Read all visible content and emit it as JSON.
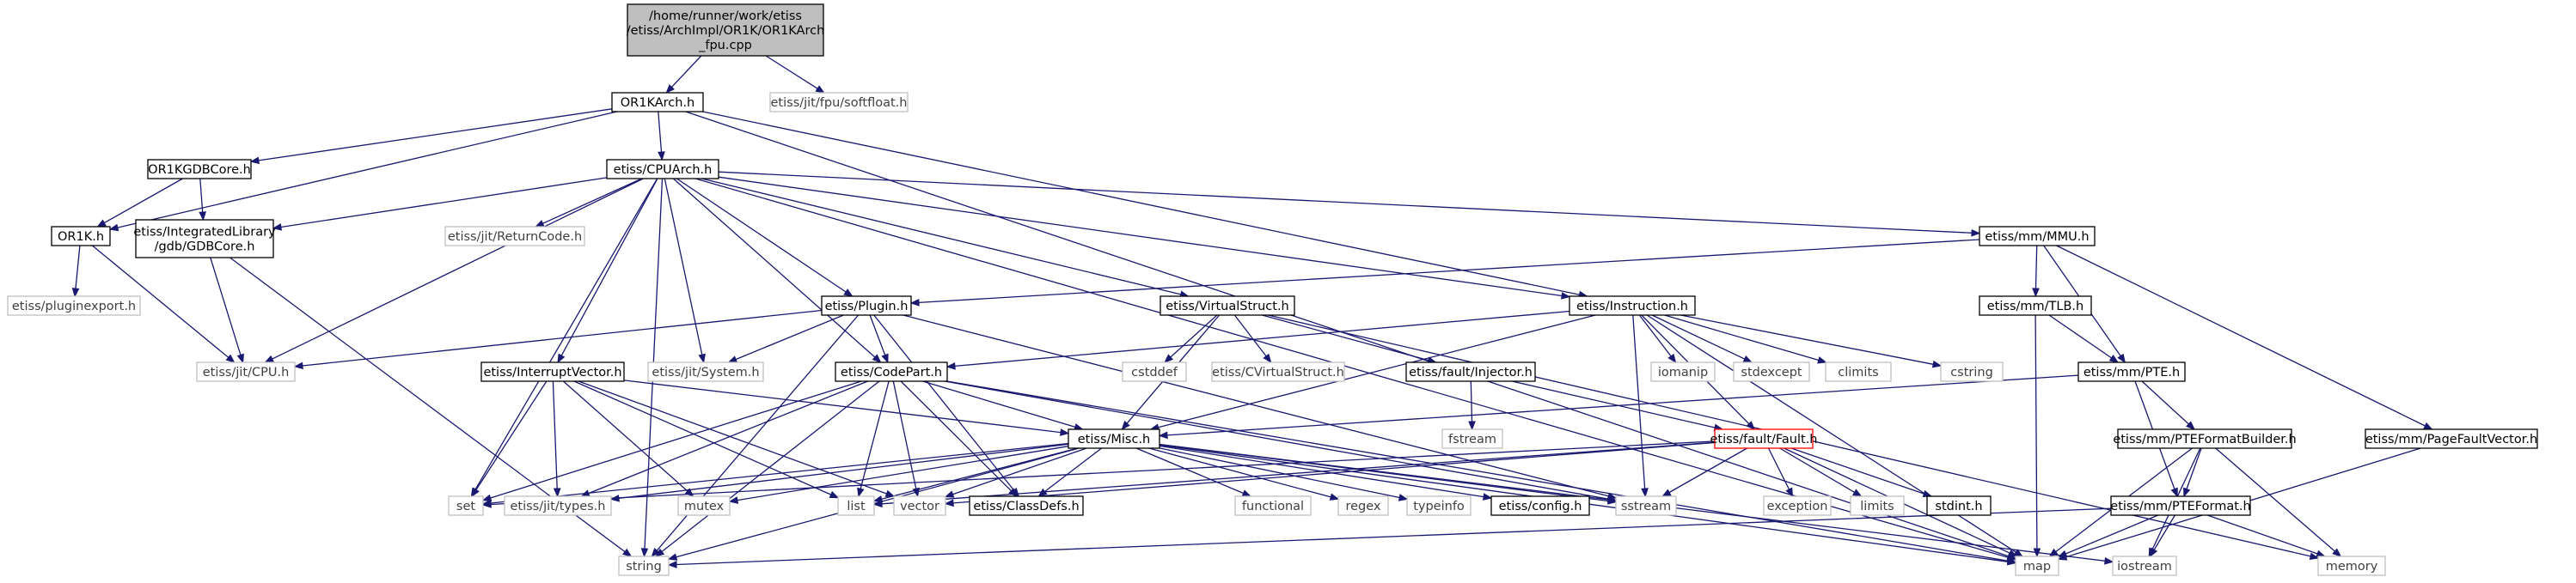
{
  "colors": {
    "edge": "#191970",
    "doc_border": "#000000",
    "ext_border": "#bfbfbf",
    "ext_text": "#404040",
    "doc_text": "#000000",
    "root_fill": "#bfbfbf",
    "missing_border": "#ff0000"
  },
  "nodes": [
    {
      "id": "root",
      "lines": [
        "/home/runner/work/etiss",
        "/etiss/ArchImpl/OR1K/OR1KArch",
        "_fpu.cpp"
      ],
      "kind": "root"
    },
    {
      "id": "or1karch",
      "lines": [
        "OR1KArch.h"
      ],
      "kind": "doc"
    },
    {
      "id": "softfloat",
      "lines": [
        "etiss/jit/fpu/softfloat.h"
      ],
      "kind": "ext"
    },
    {
      "id": "or1kgdbcore",
      "lines": [
        "OR1KGDBCore.h"
      ],
      "kind": "doc"
    },
    {
      "id": "cpuarch",
      "lines": [
        "etiss/CPUArch.h"
      ],
      "kind": "doc"
    },
    {
      "id": "or1k",
      "lines": [
        "OR1K.h"
      ],
      "kind": "doc"
    },
    {
      "id": "gdbcore",
      "lines": [
        "etiss/IntegratedLibrary",
        "/gdb/GDBCore.h"
      ],
      "kind": "doc"
    },
    {
      "id": "returncode",
      "lines": [
        "etiss/jit/ReturnCode.h"
      ],
      "kind": "ext"
    },
    {
      "id": "mmu",
      "lines": [
        "etiss/mm/MMU.h"
      ],
      "kind": "doc"
    },
    {
      "id": "pluginexport",
      "lines": [
        "etiss/pluginexport.h"
      ],
      "kind": "ext"
    },
    {
      "id": "plugin",
      "lines": [
        "etiss/Plugin.h"
      ],
      "kind": "doc"
    },
    {
      "id": "virtualstruct",
      "lines": [
        "etiss/VirtualStruct.h"
      ],
      "kind": "doc"
    },
    {
      "id": "instruction",
      "lines": [
        "etiss/Instruction.h"
      ],
      "kind": "doc"
    },
    {
      "id": "tlb",
      "lines": [
        "etiss/mm/TLB.h"
      ],
      "kind": "doc"
    },
    {
      "id": "jitcpu",
      "lines": [
        "etiss/jit/CPU.h"
      ],
      "kind": "ext"
    },
    {
      "id": "interruptvector",
      "lines": [
        "etiss/InterruptVector.h"
      ],
      "kind": "doc"
    },
    {
      "id": "jitsystem",
      "lines": [
        "etiss/jit/System.h"
      ],
      "kind": "ext"
    },
    {
      "id": "codepart",
      "lines": [
        "etiss/CodePart.h"
      ],
      "kind": "doc"
    },
    {
      "id": "cstddef",
      "lines": [
        "cstddef"
      ],
      "kind": "ext"
    },
    {
      "id": "cvirtualstruct",
      "lines": [
        "etiss/CVirtualStruct.h"
      ],
      "kind": "ext"
    },
    {
      "id": "injector",
      "lines": [
        "etiss/fault/Injector.h"
      ],
      "kind": "doc"
    },
    {
      "id": "iomanip",
      "lines": [
        "iomanip"
      ],
      "kind": "ext"
    },
    {
      "id": "stdexcept",
      "lines": [
        "stdexcept"
      ],
      "kind": "ext"
    },
    {
      "id": "climits",
      "lines": [
        "climits"
      ],
      "kind": "ext"
    },
    {
      "id": "cstring",
      "lines": [
        "cstring"
      ],
      "kind": "ext"
    },
    {
      "id": "pte",
      "lines": [
        "etiss/mm/PTE.h"
      ],
      "kind": "doc"
    },
    {
      "id": "fstream",
      "lines": [
        "fstream"
      ],
      "kind": "ext"
    },
    {
      "id": "misc",
      "lines": [
        "etiss/Misc.h"
      ],
      "kind": "doc"
    },
    {
      "id": "fault",
      "lines": [
        "etiss/fault/Fault.h"
      ],
      "kind": "missing"
    },
    {
      "id": "ptebuilder",
      "lines": [
        "etiss/mm/PTEFormatBuilder.h"
      ],
      "kind": "doc"
    },
    {
      "id": "pagefault",
      "lines": [
        "etiss/mm/PageFaultVector.h"
      ],
      "kind": "doc"
    },
    {
      "id": "set",
      "lines": [
        "set"
      ],
      "kind": "ext"
    },
    {
      "id": "jittypes",
      "lines": [
        "etiss/jit/types.h"
      ],
      "kind": "ext"
    },
    {
      "id": "mutex",
      "lines": [
        "mutex"
      ],
      "kind": "ext"
    },
    {
      "id": "list",
      "lines": [
        "list"
      ],
      "kind": "ext"
    },
    {
      "id": "vector",
      "lines": [
        "vector"
      ],
      "kind": "ext"
    },
    {
      "id": "classdefs",
      "lines": [
        "etiss/ClassDefs.h"
      ],
      "kind": "doc"
    },
    {
      "id": "functional",
      "lines": [
        "functional"
      ],
      "kind": "ext"
    },
    {
      "id": "regex",
      "lines": [
        "regex"
      ],
      "kind": "ext"
    },
    {
      "id": "typeinfo",
      "lines": [
        "typeinfo"
      ],
      "kind": "ext"
    },
    {
      "id": "config",
      "lines": [
        "etiss/config.h"
      ],
      "kind": "doc"
    },
    {
      "id": "sstream",
      "lines": [
        "sstream"
      ],
      "kind": "ext"
    },
    {
      "id": "exception",
      "lines": [
        "exception"
      ],
      "kind": "ext"
    },
    {
      "id": "limits",
      "lines": [
        "limits"
      ],
      "kind": "ext"
    },
    {
      "id": "stdint",
      "lines": [
        "stdint.h"
      ],
      "kind": "doc"
    },
    {
      "id": "pteformat",
      "lines": [
        "etiss/mm/PTEFormat.h"
      ],
      "kind": "doc"
    },
    {
      "id": "string",
      "lines": [
        "string"
      ],
      "kind": "ext"
    },
    {
      "id": "map",
      "lines": [
        "map"
      ],
      "kind": "ext"
    },
    {
      "id": "iostream",
      "lines": [
        "iostream"
      ],
      "kind": "ext"
    },
    {
      "id": "memory",
      "lines": [
        "memory"
      ],
      "kind": "ext"
    }
  ],
  "edges": [
    [
      "root",
      "or1karch"
    ],
    [
      "root",
      "softfloat"
    ],
    [
      "or1karch",
      "or1kgdbcore"
    ],
    [
      "or1karch",
      "cpuarch"
    ],
    [
      "or1karch",
      "or1k"
    ],
    [
      "or1karch",
      "instruction"
    ],
    [
      "or1karch",
      "map"
    ],
    [
      "or1kgdbcore",
      "or1k"
    ],
    [
      "or1kgdbcore",
      "gdbcore"
    ],
    [
      "or1k",
      "pluginexport"
    ],
    [
      "or1k",
      "jitcpu"
    ],
    [
      "gdbcore",
      "jitcpu"
    ],
    [
      "gdbcore",
      "string"
    ],
    [
      "cpuarch",
      "gdbcore"
    ],
    [
      "cpuarch",
      "returncode"
    ],
    [
      "cpuarch",
      "mmu"
    ],
    [
      "cpuarch",
      "plugin"
    ],
    [
      "cpuarch",
      "virtualstruct"
    ],
    [
      "cpuarch",
      "instruction"
    ],
    [
      "cpuarch",
      "jitcpu"
    ],
    [
      "cpuarch",
      "interruptvector"
    ],
    [
      "cpuarch",
      "jitsystem"
    ],
    [
      "cpuarch",
      "codepart"
    ],
    [
      "cpuarch",
      "set"
    ],
    [
      "cpuarch",
      "map"
    ],
    [
      "cpuarch",
      "string"
    ],
    [
      "mmu",
      "plugin"
    ],
    [
      "mmu",
      "tlb"
    ],
    [
      "mmu",
      "pte"
    ],
    [
      "mmu",
      "pagefault"
    ],
    [
      "plugin",
      "jitcpu"
    ],
    [
      "plugin",
      "jitsystem"
    ],
    [
      "plugin",
      "codepart"
    ],
    [
      "plugin",
      "classdefs"
    ],
    [
      "plugin",
      "sstream"
    ],
    [
      "plugin",
      "string"
    ],
    [
      "virtualstruct",
      "cstddef"
    ],
    [
      "virtualstruct",
      "cvirtualstruct"
    ],
    [
      "virtualstruct",
      "injector"
    ],
    [
      "virtualstruct",
      "misc"
    ],
    [
      "virtualstruct",
      "memory"
    ],
    [
      "instruction",
      "codepart"
    ],
    [
      "instruction",
      "misc"
    ],
    [
      "instruction",
      "iomanip"
    ],
    [
      "instruction",
      "stdexcept"
    ],
    [
      "instruction",
      "climits"
    ],
    [
      "instruction",
      "cstring"
    ],
    [
      "instruction",
      "sstream"
    ],
    [
      "instruction",
      "map"
    ],
    [
      "instruction",
      "fault"
    ],
    [
      "tlb",
      "pte"
    ],
    [
      "tlb",
      "map"
    ],
    [
      "pte",
      "misc"
    ],
    [
      "pte",
      "ptebuilder"
    ],
    [
      "pte",
      "pteformat"
    ],
    [
      "interruptvector",
      "misc"
    ],
    [
      "interruptvector",
      "set"
    ],
    [
      "interruptvector",
      "jittypes"
    ],
    [
      "interruptvector",
      "mutex"
    ],
    [
      "interruptvector",
      "list"
    ],
    [
      "interruptvector",
      "vector"
    ],
    [
      "codepart",
      "misc"
    ],
    [
      "codepart",
      "set"
    ],
    [
      "codepart",
      "jittypes"
    ],
    [
      "codepart",
      "list"
    ],
    [
      "codepart",
      "vector"
    ],
    [
      "codepart",
      "string"
    ],
    [
      "codepart",
      "map"
    ],
    [
      "codepart",
      "sstream"
    ],
    [
      "codepart",
      "classdefs"
    ],
    [
      "injector",
      "fstream"
    ],
    [
      "injector",
      "fault"
    ],
    [
      "misc",
      "set"
    ],
    [
      "misc",
      "jittypes"
    ],
    [
      "misc",
      "mutex"
    ],
    [
      "misc",
      "list"
    ],
    [
      "misc",
      "vector"
    ],
    [
      "misc",
      "classdefs"
    ],
    [
      "misc",
      "functional"
    ],
    [
      "misc",
      "regex"
    ],
    [
      "misc",
      "typeinfo"
    ],
    [
      "misc",
      "config"
    ],
    [
      "misc",
      "sstream"
    ],
    [
      "misc",
      "string"
    ],
    [
      "misc",
      "map"
    ],
    [
      "misc",
      "iostream"
    ],
    [
      "fault",
      "set"
    ],
    [
      "fault",
      "list"
    ],
    [
      "fault",
      "vector"
    ],
    [
      "fault",
      "sstream"
    ],
    [
      "fault",
      "exception"
    ],
    [
      "fault",
      "limits"
    ],
    [
      "fault",
      "stdint"
    ],
    [
      "fault",
      "map"
    ],
    [
      "ptebuilder",
      "pteformat"
    ],
    [
      "ptebuilder",
      "map"
    ],
    [
      "ptebuilder",
      "iostream"
    ],
    [
      "ptebuilder",
      "memory"
    ],
    [
      "pteformat",
      "string"
    ],
    [
      "pteformat",
      "map"
    ],
    [
      "pteformat",
      "iostream"
    ],
    [
      "pteformat",
      "memory"
    ],
    [
      "pagefault",
      "map"
    ]
  ]
}
